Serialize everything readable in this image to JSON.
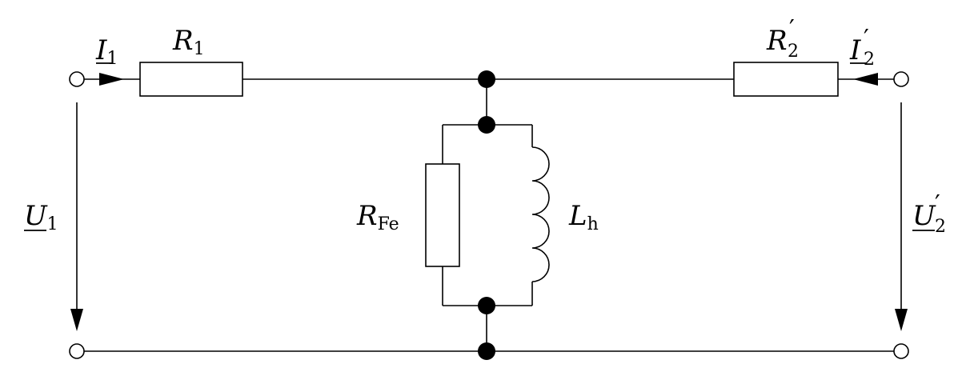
{
  "labels": {
    "i1": {
      "sym": "I",
      "sub": "1",
      "prime": ""
    },
    "r1": {
      "sym": "R",
      "sub": "1",
      "prime": ""
    },
    "r2": {
      "sym": "R",
      "sub": "2",
      "prime": "′"
    },
    "i2": {
      "sym": "I",
      "sub": "2",
      "prime": "′"
    },
    "u1": {
      "sym": "U",
      "sub": "1",
      "prime": ""
    },
    "u2": {
      "sym": "U",
      "sub": "2",
      "prime": "′"
    },
    "rfe": {
      "sym": "R",
      "sub": "Fe",
      "prime": ""
    },
    "lh": {
      "sym": "L",
      "sub": "h",
      "prime": ""
    }
  }
}
